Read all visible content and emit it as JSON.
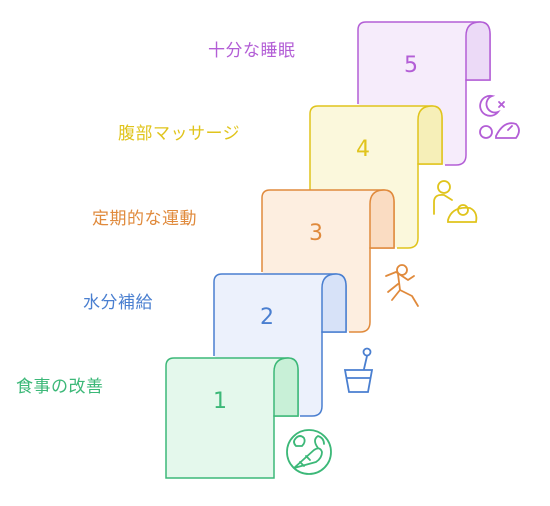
{
  "steps": [
    {
      "number": "1",
      "label": "食事の改善",
      "icon": "vegetables-icon",
      "color": "#3cb878",
      "fill": "#e4f8ec"
    },
    {
      "number": "2",
      "label": "水分補給",
      "icon": "water-cup-icon",
      "color": "#4a7fd0",
      "fill": "#ecf1fc"
    },
    {
      "number": "3",
      "label": "定期的な運動",
      "icon": "running-person-icon",
      "color": "#e08a3c",
      "fill": "#fdeee0"
    },
    {
      "number": "4",
      "label": "腹部マッサージ",
      "icon": "massage-icon",
      "color": "#e0c41c",
      "fill": "#fbf8dc"
    },
    {
      "number": "5",
      "label": "十分な睡眠",
      "icon": "sleep-icon",
      "color": "#b35ed6",
      "fill": "#f6ecfb"
    }
  ]
}
